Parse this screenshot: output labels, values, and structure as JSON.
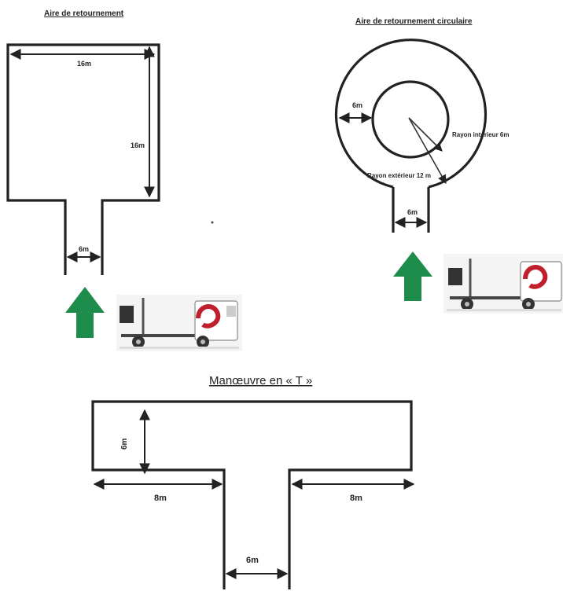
{
  "square_area": {
    "title": "Aire de retournement",
    "width_label": "16m",
    "height_label": "16m",
    "entry_label": "6m"
  },
  "circular_area": {
    "title": "Aire de retournement circulaire",
    "ring_label": "6m",
    "inner_radius_label": "Rayon intérieur 6m",
    "outer_radius_label": "Rayon extérieur 12 m",
    "entry_label": "6m"
  },
  "t_maneuver": {
    "title": "Manœuvre en « T »",
    "depth_label": "6m",
    "left_arm_label": "8m",
    "right_arm_label": "8m",
    "stem_label": "6m"
  },
  "colors": {
    "direction_arrow": "#1e8c4a",
    "truck_accent": "#c0202c"
  },
  "icons": [
    "direction-arrow-icon",
    "truck-icon"
  ]
}
